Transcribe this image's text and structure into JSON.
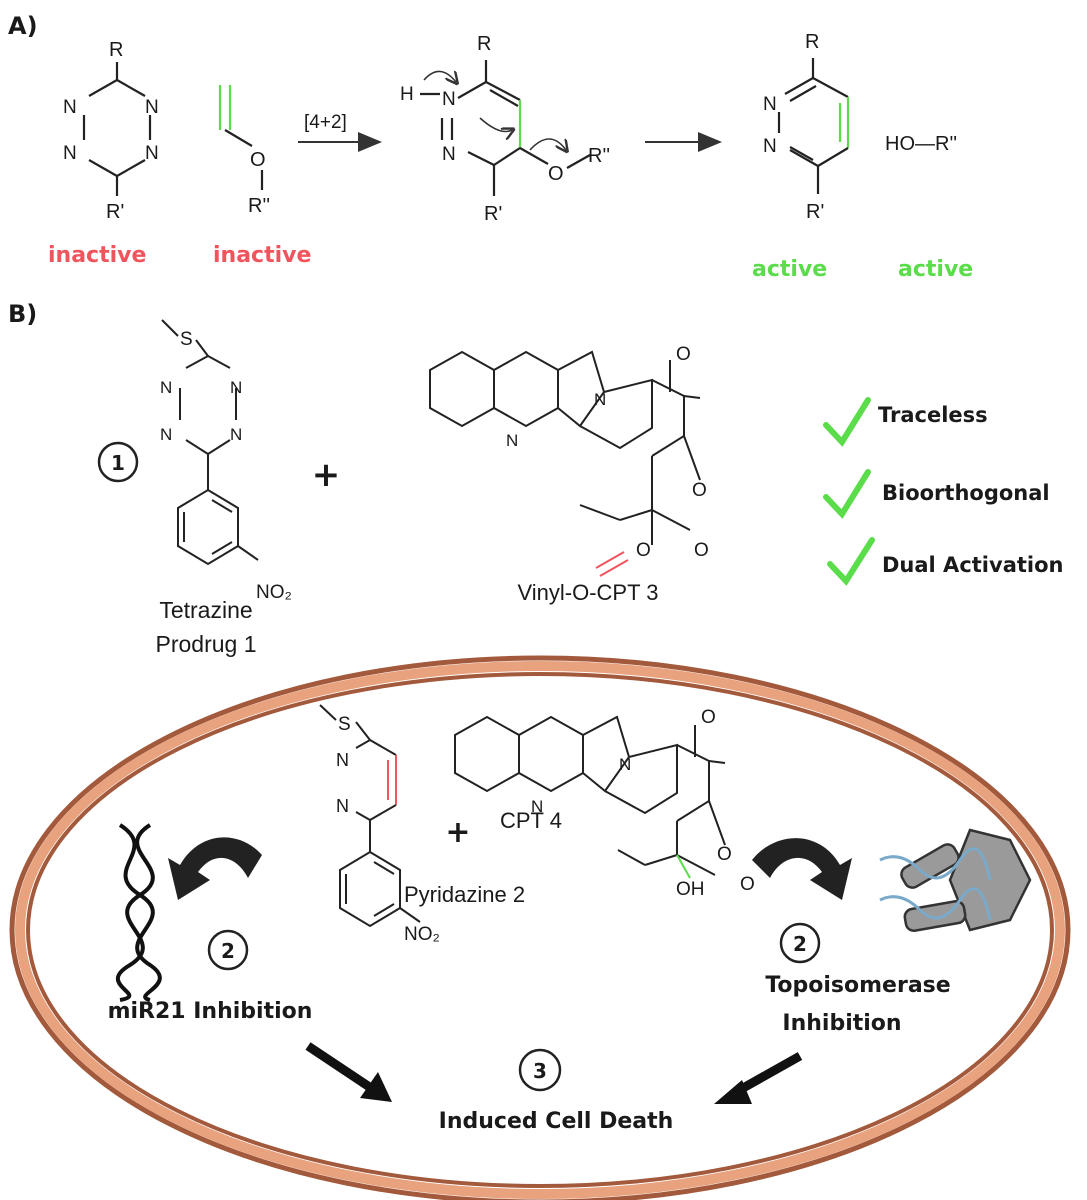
{
  "panel_a": {
    "label": "A)",
    "step_label": "[4+2]",
    "sub_R": "R",
    "sub_R1": "R'",
    "sub_R2": "R''",
    "atom_N": "N",
    "atom_O": "O",
    "atom_H": "H",
    "byproduct": "HO—R''",
    "status_inactive": "inactive",
    "status_active": "active",
    "colors": {
      "inactive": "#f0555d",
      "active": "#5bdc4a"
    }
  },
  "panel_b": {
    "label": "B)",
    "plus": "+",
    "compound1_label_line1": "Tetrazine",
    "compound1_label_line2": "Prodrug 1",
    "compound1_circle": "1",
    "compound1_substituent": "NO₂",
    "compound1_sulfur": "S",
    "compound3_label": "Vinyl-O-CPT 3",
    "checklist": [
      "Traceless",
      "Bioorthogonal",
      "Dual Activation"
    ],
    "check_color": "#5bdc4a"
  },
  "cell": {
    "compound2_label": "Pyridazine 2",
    "compound4_label": "CPT 4",
    "oh_label": "OH",
    "step2_circle": "2",
    "left_target": "miR21 Inhibition",
    "right_target_line1": "Topoisomerase",
    "right_target_line2": "Inhibition",
    "step3_circle": "3",
    "outcome": "Induced Cell Death",
    "membrane_color": "#a35a3c",
    "membrane_fill": "#e8a27e"
  }
}
